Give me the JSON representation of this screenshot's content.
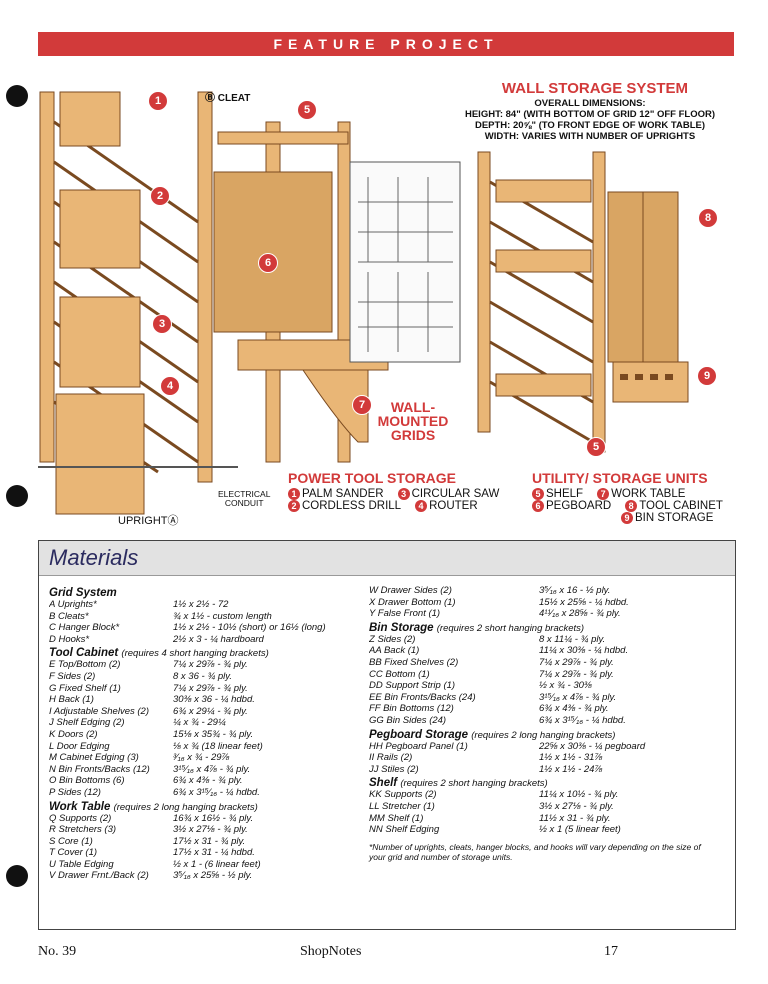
{
  "banner": "FEATURE PROJECT",
  "wall_storage": {
    "title": "WALL STORAGE SYSTEM",
    "dims_title": "OVERALL DIMENSIONS:",
    "height": "HEIGHT: 84\" (WITH BOTTOM OF GRID 12\" OFF FLOOR)",
    "depth": "DEPTH: 20⅝\" (TO FRONT EDGE OF WORK TABLE)",
    "width": "WIDTH: VARIES WITH NUMBER OF UPRIGHTS"
  },
  "callouts": {
    "cleat": "Ⓑ CLEAT",
    "wall_mounted": [
      "WALL-",
      "MOUNTED",
      "GRIDS"
    ],
    "electrical": [
      "ELECTRICAL",
      "CONDUIT"
    ],
    "upright": "UPRIGHTⒶ"
  },
  "badges": [
    "1",
    "2",
    "3",
    "4",
    "5",
    "6",
    "7",
    "8",
    "9",
    "5"
  ],
  "power_tool": {
    "title": "POWER TOOL STORAGE",
    "items": [
      {
        "n": "1",
        "label": "PALM SANDER"
      },
      {
        "n": "3",
        "label": "CIRCULAR SAW"
      },
      {
        "n": "2",
        "label": "CORDLESS DRILL"
      },
      {
        "n": "4",
        "label": "ROUTER"
      }
    ]
  },
  "utility": {
    "title": "UTILITY/ STORAGE UNITS",
    "items": [
      {
        "n": "5",
        "label": "SHELF"
      },
      {
        "n": "7",
        "label": "WORK TABLE"
      },
      {
        "n": "6",
        "label": "PEGBOARD"
      },
      {
        "n": "8",
        "label": "TOOL CABINET"
      },
      {
        "n": "9",
        "label": "BIN STORAGE"
      }
    ]
  },
  "materials": {
    "title": "Materials",
    "left": [
      {
        "section": "Grid System",
        "note": ""
      },
      {
        "name": "A  Uprights*",
        "dim": "1½ x 2½ - 72"
      },
      {
        "name": "B  Cleats*",
        "dim": "¾ x 1½ - custom length"
      },
      {
        "name": "C  Hanger Block*",
        "dim": "1½ x 2½ - 10½ (short) or 16½ (long)"
      },
      {
        "name": "D  Hooks*",
        "dim": "2½ x 3 - ¼ hardboard"
      },
      {
        "section": "Tool Cabinet",
        "note": "(requires 4 short hanging brackets)"
      },
      {
        "name": "E  Top/Bottom (2)",
        "dim": "7¼ x 29⅞ - ¾ ply."
      },
      {
        "name": "F  Sides (2)",
        "dim": "8 x 36 - ¾ ply."
      },
      {
        "name": "G  Fixed Shelf (1)",
        "dim": "7¼ x 29⅞ - ¾ ply."
      },
      {
        "name": "H  Back (1)",
        "dim": "30⅜ x 36 - ¼ hdbd."
      },
      {
        "name": "I   Adjustable Shelves (2)",
        "dim": "6¾ x 29¼ - ¾ ply."
      },
      {
        "name": "J   Shelf Edging (2)",
        "dim": "¼ x ¾ - 29¼"
      },
      {
        "name": "K  Doors (2)",
        "dim": "15⅛ x 35¾ - ¾ ply."
      },
      {
        "name": "L  Door Edging",
        "dim": "⅛ x ¾ (18 linear feet)"
      },
      {
        "name": "M  Cabinet Edging (3)",
        "dim": "³⁄₁₆ x ¾ - 29⅞"
      },
      {
        "name": "N  Bin Fronts/Backs (12)",
        "dim": "3¹⁵⁄₁₆ x 4⅞ - ¾ ply."
      },
      {
        "name": "O  Bin Bottoms (6)",
        "dim": "6¾ x 4⅜ - ¾ ply."
      },
      {
        "name": "P  Sides (12)",
        "dim": "6¾ x 3¹⁵⁄₁₆ - ¼ hdbd."
      },
      {
        "section": "Work Table",
        "note": "(requires 2 long hanging brackets)"
      },
      {
        "name": "Q  Supports (2)",
        "dim": "16¾ x 16½ - ¾ ply."
      },
      {
        "name": "R  Stretchers (3)",
        "dim": "3½ x 27⅛ - ¾ ply."
      },
      {
        "name": "S  Core (1)",
        "dim": "17½ x 31 - ¾ ply."
      },
      {
        "name": "T  Cover (1)",
        "dim": "17½ x 31 - ¼ hdbd."
      },
      {
        "name": "U  Table Edging",
        "dim": "½ x 1 - (6 linear feet)"
      },
      {
        "name": "V  Drawer Frnt./Back (2)",
        "dim": "3⁵⁄₁₆ x 25⅝ - ½ ply."
      }
    ],
    "right": [
      {
        "name": "W  Drawer Sides (2)",
        "dim": "3⁵⁄₁₆ x 16 - ½ ply."
      },
      {
        "name": "X  Drawer Bottom (1)",
        "dim": "15½ x 25⅝ - ¼ hdbd."
      },
      {
        "name": "Y  False Front (1)",
        "dim": "4¹¹⁄₁₆ x 28⅝ - ¾ ply."
      },
      {
        "section": "Bin Storage",
        "note": "(requires 2 short hanging brackets)"
      },
      {
        "name": "Z   Sides (2)",
        "dim": "8 x 11¼ - ¾ ply."
      },
      {
        "name": "AA  Back (1)",
        "dim": "11¼ x 30⅜ - ¼ hdbd."
      },
      {
        "name": "BB  Fixed Shelves (2)",
        "dim": "7¼ x 29⅞ - ¾ ply."
      },
      {
        "name": "CC  Bottom (1)",
        "dim": "7¼ x 29⅞ - ¾ ply."
      },
      {
        "name": "DD  Support Strip (1)",
        "dim": "½ x ¾ - 30⅜"
      },
      {
        "name": "EE  Bin Fronts/Backs (24)",
        "dim": "3¹⁵⁄₁₆ x 4⅞ - ¾ ply."
      },
      {
        "name": "FF  Bin Bottoms (12)",
        "dim": "6¾ x 4⅜ - ¾ ply."
      },
      {
        "name": "GG  Bin Sides (24)",
        "dim": "6¾ x 3¹⁵⁄₁₆ - ¼ hdbd."
      },
      {
        "section": "Pegboard Storage",
        "note": "(requires 2 long hanging brackets)"
      },
      {
        "name": "HH  Pegboard Panel (1)",
        "dim": "22⅝ x 30⅜ - ¼ pegboard"
      },
      {
        "name": "II   Rails (2)",
        "dim": "1½ x 1½ - 31⅞"
      },
      {
        "name": "JJ  Stiles (2)",
        "dim": "1½ x 1½ - 24⅞"
      },
      {
        "section": "Shelf",
        "note": "(requires 2 short hanging brackets)"
      },
      {
        "name": "KK  Supports (2)",
        "dim": "11¼ x 10½ - ¾ ply."
      },
      {
        "name": "LL  Stretcher (1)",
        "dim": "3½ x 27⅛ - ¾ ply."
      },
      {
        "name": "MM  Shelf (1)",
        "dim": "11½ x 31 - ¾ ply."
      },
      {
        "name": "NN  Shelf Edging",
        "dim": "½ x 1 (5 linear feet)"
      }
    ],
    "footnote": "*Number of uprights, cleats, hanger blocks, and hooks will vary depending on the size of your grid and number of storage units."
  },
  "footer": {
    "left": "No. 39",
    "center": "ShopNotes",
    "right": "17"
  },
  "colors": {
    "accent": "#d23a3a",
    "wood": "#e9b676",
    "wood_dark": "#c98a45"
  }
}
